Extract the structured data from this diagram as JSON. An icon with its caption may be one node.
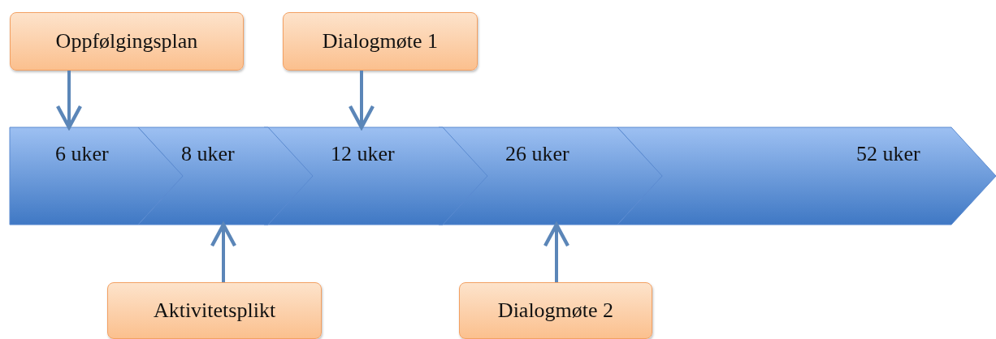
{
  "diagram": {
    "nodes": [
      {
        "text": [
          "Oppfølgingsplan"
        ]
      },
      {
        "text": [
          "Dialogmøte 1"
        ]
      },
      {
        "text": [
          "6 uker"
        ]
      },
      {
        "text": [
          "8 uker"
        ]
      },
      {
        "text": [
          "12 uker"
        ]
      },
      {
        "text": [
          "26 uker"
        ]
      },
      {
        "text": [
          "52 uker"
        ]
      },
      {
        "text": [
          "Aktivitetsplikt"
        ]
      },
      {
        "text": [
          "Dialogmøte 2"
        ]
      }
    ],
    "edges": [
      {
        "from": 0,
        "to": 2,
        "arrow": "to"
      },
      {
        "from": 1,
        "to": 4,
        "arrow": "to"
      },
      {
        "from": 7,
        "to": 3,
        "arrow": "to"
      },
      {
        "from": 8,
        "to": 5,
        "arrow": "to"
      }
    ]
  }
}
